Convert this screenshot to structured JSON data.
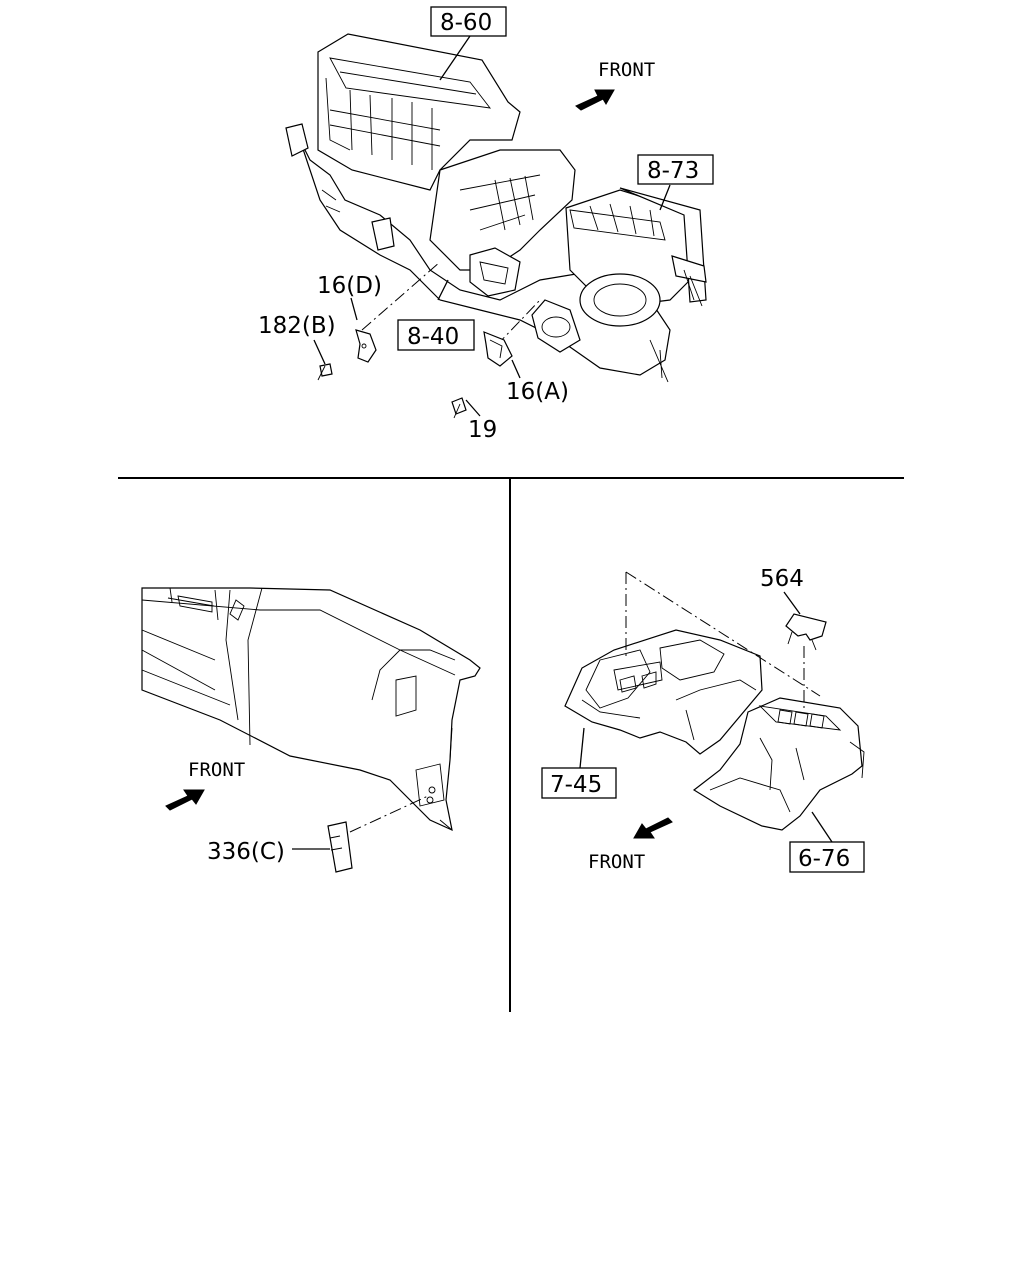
{
  "callouts": {
    "ref_8_60": "8-60",
    "ref_8_73": "8-73",
    "ref_8_40": "8-40",
    "ref_7_45": "7-45",
    "ref_6_76": "6-76",
    "part_16D": "16(D)",
    "part_182B": "182(B)",
    "part_16A": "16(A)",
    "part_19": "19",
    "part_336C": "336(C)",
    "part_564": "564"
  },
  "direction_labels": {
    "front_top": "FRONT",
    "front_left": "FRONT",
    "front_right": "FRONT"
  },
  "icons": [
    "front-arrow-icon",
    "bolt-icon",
    "bracket-icon",
    "clip-icon"
  ]
}
